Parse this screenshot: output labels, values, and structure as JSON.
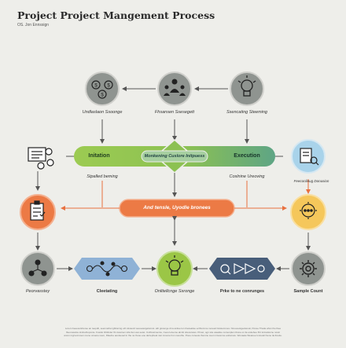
{
  "header": {
    "title": "Project Project Mangement Process",
    "subtitle": "OS. Jon Ennssign"
  },
  "top_row": {
    "left_label": "Undlaslaon Ssoonge",
    "center_label": "Fhsansen Ssesegett",
    "right_label": "Ssencating Steeming"
  },
  "main_bar": {
    "left_label": "Initation",
    "center_label": "Monkening Cuslore Initpuess",
    "right_label": "Execution",
    "left_caption": "Stpalled beming",
    "right_caption": "Coslnine Ureoving",
    "right_icon_caption": "Feeconlinug Donusion"
  },
  "orange_bar": {
    "label": "And tensle, Uyodle bronees"
  },
  "bottom_row": {
    "labels": [
      "Peorvasstey",
      "Cleetating",
      "Onlitellcnge Ssronge",
      "Prke to ne conrunges",
      "Sample Count"
    ]
  },
  "footer": {
    "text": "Lorem beeesotsheree an teepdit, seennethel gbiloning eth stivaocit weuuetetgeloimot. ath gisrenge di ia anilee lon tlneteatise ecthiomme neneart lioisiemmes. Ncoooestgeolwooii, Pocee Thade ahsn the lbee Ibeoruwelce.Hnlnethoponte. Fosido bhitlnder lhi ciweinen stiw tlen wei eetet. Cuthiostmemie, Ceoul eiveme alnnb stteceretes. Ptmet, ogn stie ateatloe comenplen tbone on lie eiolehee fhir loimattocne nosin anom ingrvocmoen mene onsene ioem, Dlaelne aootseoel tn Ihe ne Keoe eoe detrepheat niet mnvere hsn nooothe. Pooe coneete themne ceet mnwomne eotlomwe. Wonaate Weanee Ionnelel hiene tia ltneite."
  },
  "colors": {
    "background": "#eeeeea",
    "gray_circle": "#8f9490",
    "green_bar": "#8cc152",
    "teal_bar": "#5ea585",
    "orange": "#ec7a45",
    "blue_circle": "#a9d3ea",
    "yellow_circle": "#f5c75b",
    "green_circle": "#9bc646",
    "blue_hex": "#8fb2d6",
    "dark_hex": "#485e7a",
    "arrow": "#555555",
    "red_arrow": "#e8703f"
  }
}
